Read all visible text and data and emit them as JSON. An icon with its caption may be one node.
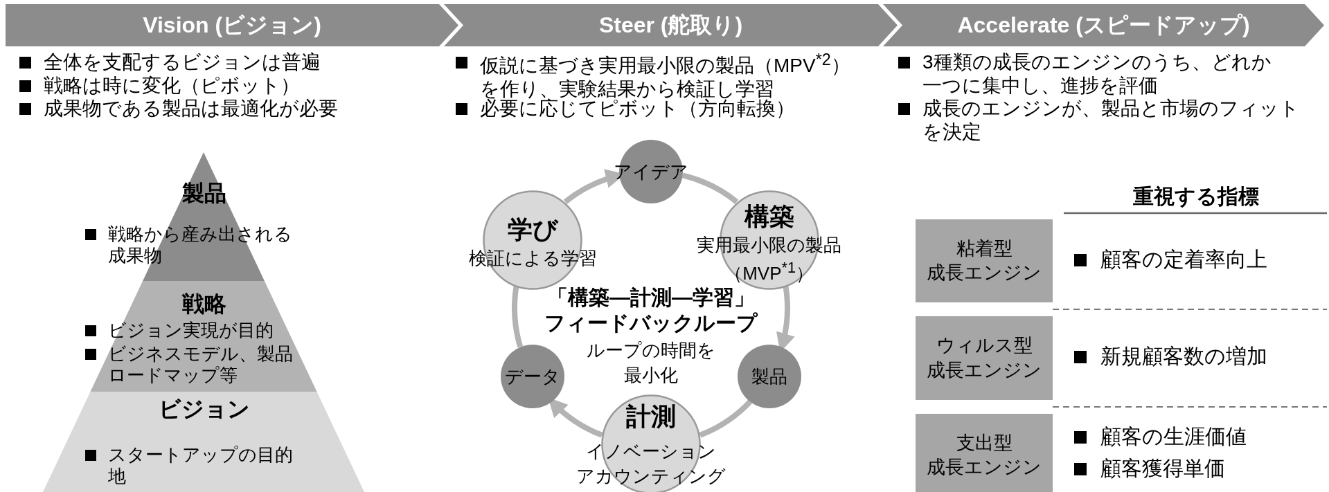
{
  "diagram": {
    "nodes": [
      {
        "text": [
          "Vision (ビジョン)"
        ]
      },
      {
        "text": [
          "Steer (舵取り)"
        ]
      },
      {
        "text": [
          "Accelerate (スピードアップ)"
        ]
      },
      {
        "text": [
          "製品",
          "戦略から産み出される成果物"
        ]
      },
      {
        "text": [
          "戦略",
          "ビジョン実現が目的",
          "ビジネスモデル、製品ロードマップ等"
        ]
      },
      {
        "text": [
          "ビジョン",
          "スタートアップの目的地"
        ]
      },
      {
        "text": [
          "アイデア"
        ]
      },
      {
        "text": [
          "構築",
          "実用最小限の製品（MVP$^{*1}$）"
        ]
      },
      {
        "text": [
          "製品"
        ]
      },
      {
        "text": [
          "計測",
          "イノベーションアカウンティング"
        ]
      },
      {
        "text": [
          "データ"
        ]
      },
      {
        "text": [
          "学び",
          "検証による学習"
        ]
      },
      {
        "text": [
          "粘着型成長エンジン"
        ]
      },
      {
        "text": [
          "ウィルス型成長エンジン"
        ]
      },
      {
        "text": [
          "支出型成長エンジン"
        ]
      }
    ],
    "edges": [
      {
        "from": 11,
        "to": 6,
        "arrow": "to"
      },
      {
        "from": 6,
        "to": 7,
        "arrow": "none"
      },
      {
        "from": 7,
        "to": 8,
        "arrow": "to"
      },
      {
        "from": 8,
        "to": 9,
        "arrow": "none"
      },
      {
        "from": 9,
        "to": 10,
        "arrow": "to"
      },
      {
        "from": 10,
        "to": 11,
        "arrow": "none"
      }
    ],
    "labels": [
      "全体を支配するビジョンは普遍",
      "戦略は時に変化（ピボット）",
      "成果物である製品は最適化が必要",
      "仮説に基づき実用最小限の製品（MPV$^{*2}$）を作り、実験結果から検証し学習",
      "必要に応じてピボット（方向転換）",
      "3種類の成長のエンジンのうち、どれか一つに集中し、進捗を評価",
      "成長のエンジンが、製品と市場のフィットを決定",
      "「構築―計測―学習」フィードバックループ",
      "ループの時間を最小化",
      "重視する指標",
      "顧客の定着率向上",
      "新規顧客数の増加",
      "顧客の生涯価値",
      "顧客獲得単価"
    ]
  }
}
